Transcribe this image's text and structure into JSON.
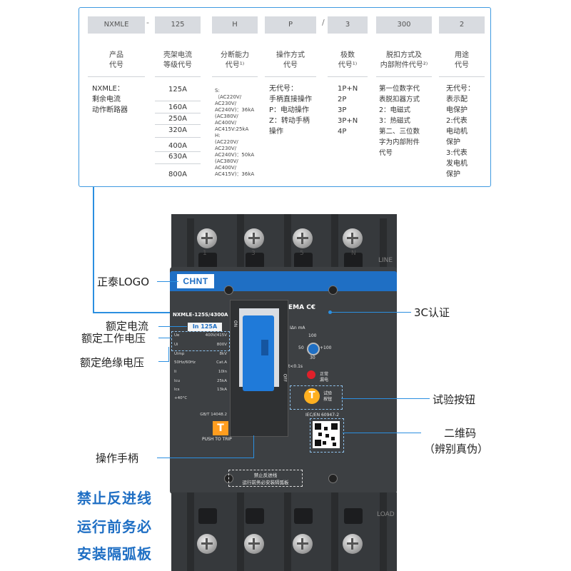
{
  "spec_table": {
    "header": [
      "NXMLE",
      "-",
      "125",
      "H",
      "P",
      "/",
      "3",
      "300",
      "2"
    ],
    "titles": [
      [
        "产品",
        "代号"
      ],
      [
        "壳架电流",
        "等级代号"
      ],
      [
        "分断能力",
        "代号¹⁾"
      ],
      [
        "操作方式",
        "代号"
      ],
      [
        "极数",
        "代号¹⁾"
      ],
      [
        "脱扣方式及",
        "内部附件代号²⁾"
      ],
      [
        "用途",
        "代号"
      ]
    ],
    "product": [
      "NXMLE：",
      "剩余电流",
      "动作断路器"
    ],
    "frame_ratings": [
      "125A",
      "160A",
      "250A",
      "320A",
      "400A",
      "630A",
      "800A"
    ],
    "breaking": [
      "S:",
      "（AC220V/",
      "AC230V/",
      "AC240V)：36kA",
      "(AC380V/",
      "AC400V/",
      "AC415V:25kA",
      "H:",
      "(AC220V/",
      "AC230V/",
      "AC240V)：50kA",
      "(AC380V/",
      "AC400V/",
      "AC415V)：36kA"
    ],
    "operation": [
      "无代号：",
      "手柄直接操作",
      "P：电动操作",
      "Z：转动手柄",
      "操作"
    ],
    "poles": [
      "1P+N",
      "2P",
      "3P",
      "3P+N",
      "4P"
    ],
    "trip": [
      "第一位数字代",
      "表脱扣器方式",
      "2：电磁式",
      "3：热磁式",
      "第二、三位数",
      "字为内部附件",
      "代号"
    ],
    "usage": [
      "无代号：",
      "表示配",
      "电保护",
      "2:代表",
      "电动机",
      "保护",
      "3:代表",
      "发电机",
      "保护"
    ]
  },
  "device": {
    "brand": "CHNT",
    "model": "NXMLE-125S/4300A",
    "rated_current": "In 125A",
    "pole_numbers_top": [
      "1",
      "3",
      "5",
      "N"
    ],
    "line_label": "LINE",
    "load_label": "LOAD",
    "specs": [
      [
        "Ue",
        "400V/415V"
      ],
      [
        "Ui",
        "800V"
      ],
      [
        "Uimp",
        "8kV"
      ],
      [
        "50Hz/60Hz",
        "Cat.A"
      ],
      [
        "Ii",
        "10In"
      ],
      [
        "Icu",
        "25kA"
      ],
      [
        "Ics",
        "13kA"
      ],
      [
        "+40°C",
        ""
      ]
    ],
    "standard_left": "GB/T 14048.2",
    "standard_right": "IEC/EN 60947-2",
    "on_label": "ON",
    "off_label": "OFF",
    "push_to_trip": "PUSH TO TRIP",
    "push_icon": "T",
    "test_icon": "T",
    "idn_label": "IΔn  mA",
    "dial_values": [
      "100",
      "50",
      "+100",
      "30"
    ],
    "t_label": "t<0.1s",
    "indicator_labels": [
      "正常",
      "漏电"
    ],
    "test_button_text": [
      "试验",
      "按钮"
    ],
    "cert_text": "EMA C€",
    "warning": [
      "禁止反进线",
      "运行前务必安装隔弧板"
    ]
  },
  "callouts": {
    "logo": "正泰LOGO",
    "cert_3c": "3C认证",
    "rated_current": "额定电流",
    "rated_voltage": "额定工作电压",
    "insulation_voltage": "额定绝缘电压",
    "test_button": "试验按钮",
    "qr_code": "二维码",
    "qr_note": "（辨别真伪）",
    "handle": "操作手柄"
  },
  "warning_text": [
    "禁止反进线",
    "运行前务必",
    "安装隔弧板"
  ]
}
